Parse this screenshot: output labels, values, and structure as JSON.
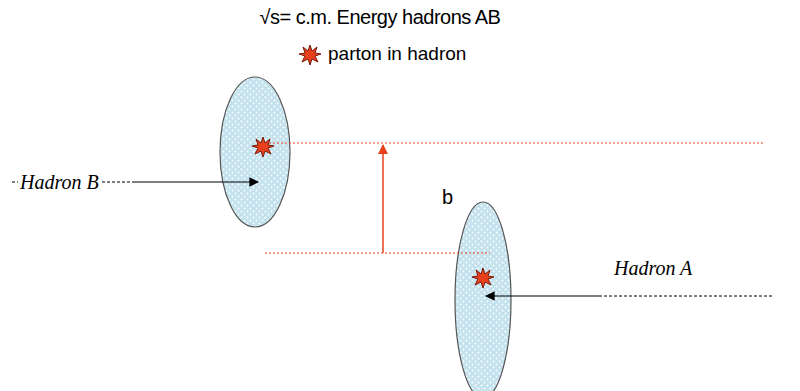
{
  "diagram": {
    "title": "√s= c.m. Energy hadrons AB",
    "labels": [
      "Hadron B",
      "b",
      "Hadron A"
    ],
    "legend": [
      {
        "text": "parton in hadron"
      }
    ]
  }
}
